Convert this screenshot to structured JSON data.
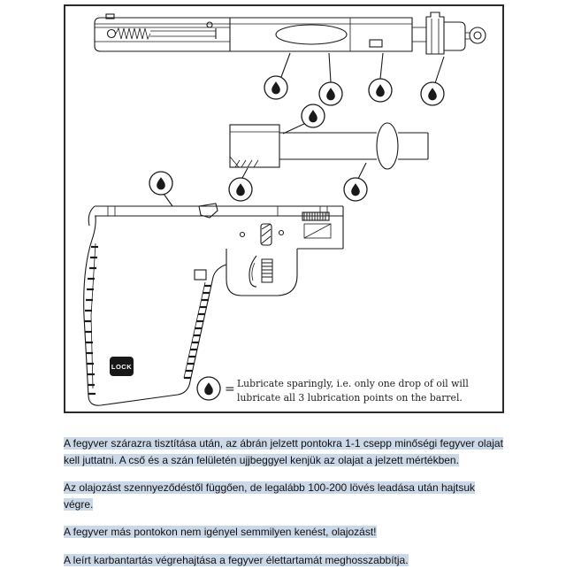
{
  "colors": {
    "ink": "#1a1a1a",
    "selection_highlight": "#cbd8e8"
  },
  "diagram": {
    "lock_label": "LOCK",
    "legend": {
      "equals_sign": "=",
      "line1": "Lubricate sparingly, i.e. only one drop of oil will",
      "line2": "lubricate all 3 lubrication points on the barrel."
    }
  },
  "body_text": {
    "paragraphs": [
      "A fegyver szárazra tisztítása után, az ábrán jelzett pontokra 1-1 csepp minőségi fegyver olajat kell juttatni. A cső és a szán felületén ujjbeggyel kenjük az olajat a jelzett mértékben.",
      "Az olajozást szennyeződéstől függően, de legalább 100-200 lövés leadása után hajtsuk végre.",
      "A fegyver más pontokon nem igényel semmilyen kenést, olajozást!",
      "A leírt karbantartás végrehajtása a fegyver élettartamát meghosszabbítja."
    ]
  }
}
